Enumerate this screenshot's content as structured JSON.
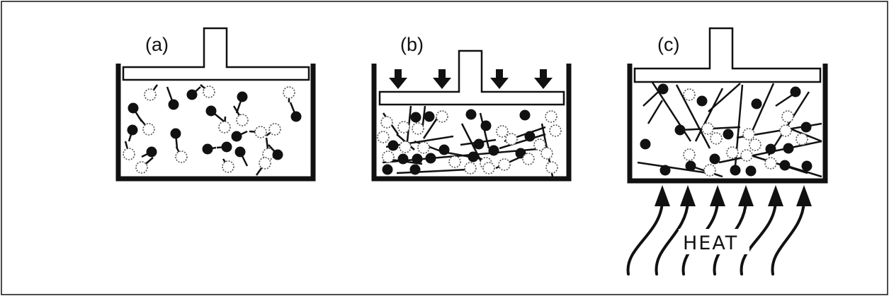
{
  "figure": {
    "panels": [
      {
        "id": "a",
        "label": "(a)"
      },
      {
        "id": "b",
        "label": "(b)"
      },
      {
        "id": "c",
        "label": "(c)"
      }
    ],
    "heat_label": "HEAT",
    "colors": {
      "ink": "#111111",
      "hollow_stroke": "#555555",
      "background": "#ffffff"
    }
  }
}
